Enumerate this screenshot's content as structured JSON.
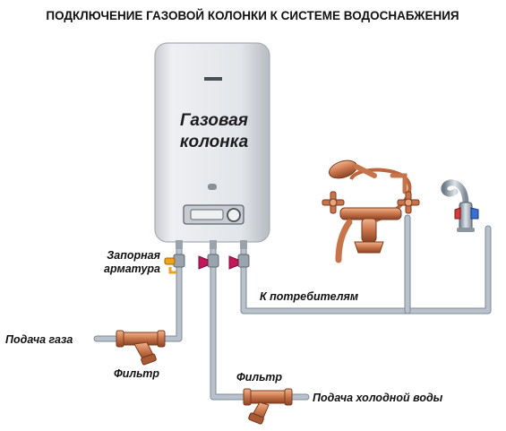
{
  "title": "ПОДКЛЮЧЕНИЕ ГАЗОВОЙ КОЛОНКИ К СИСТЕМЕ ВОДОСНАБЖЕНИЯ",
  "heater": {
    "line1": "Газовая",
    "line2": "колонка"
  },
  "labels": {
    "shutoff_line1": "Запорная",
    "shutoff_line2": "арматура",
    "consumers": "К потребителям",
    "gas_supply": "Подача газа",
    "filter_gas": "Фильтр",
    "filter_water": "Фильтр",
    "cold_water": "Подача холодной воды"
  },
  "colors": {
    "heater_body": "#e4e6ea",
    "pipe": "#b9c2cc",
    "copper": "#c8744a",
    "valve_gas": "#f0a21a",
    "valve_water": "#c2185b",
    "chrome": "#9aa6b0"
  }
}
